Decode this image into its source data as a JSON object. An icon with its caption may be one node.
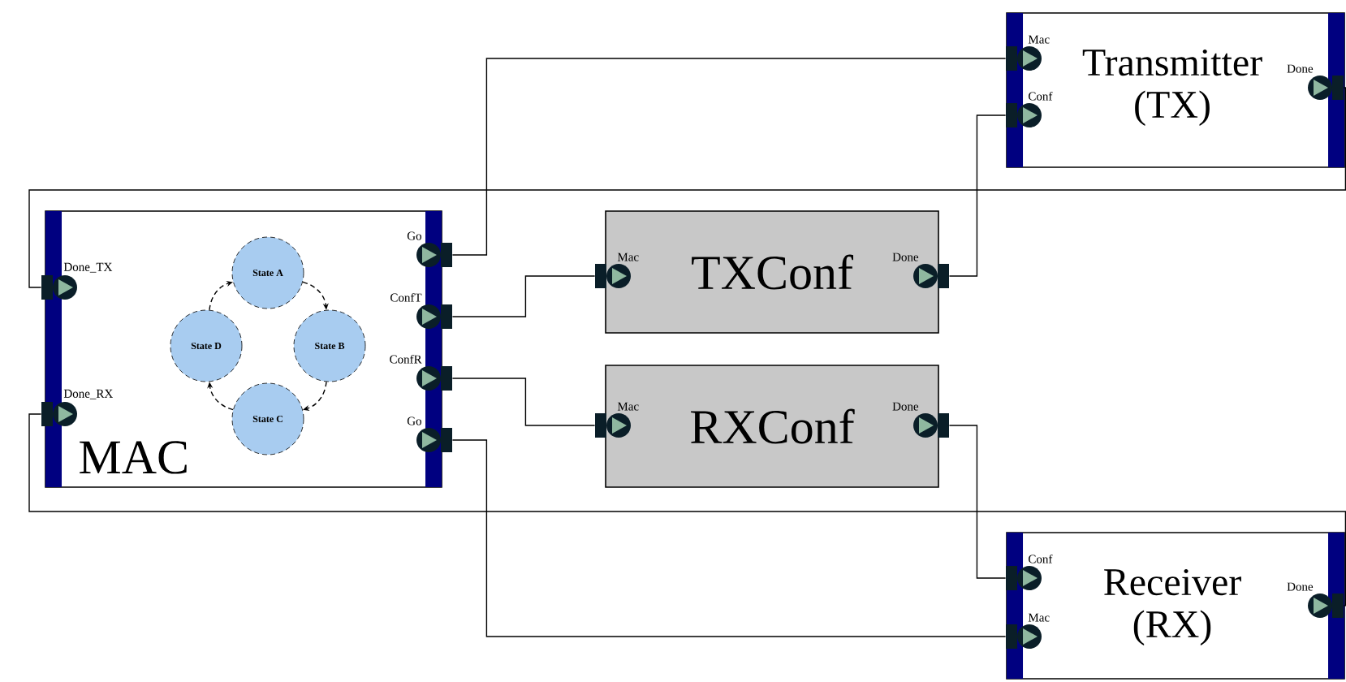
{
  "diagram": {
    "nodes": [
      {
        "text": [
          "MAC"
        ]
      },
      {
        "text": [
          "Done_TX"
        ],
        "in": 0
      },
      {
        "text": [
          "Done_RX"
        ],
        "in": 0
      },
      {
        "text": [
          "Go"
        ],
        "in": 0
      },
      {
        "text": [
          "ConfT"
        ],
        "in": 0
      },
      {
        "text": [
          "ConfR"
        ],
        "in": 0
      },
      {
        "text": [
          "Go"
        ],
        "in": 0
      },
      {
        "text": [
          "State A"
        ],
        "in": 0
      },
      {
        "text": [
          "State B"
        ],
        "in": 0
      },
      {
        "text": [
          "State C"
        ],
        "in": 0
      },
      {
        "text": [
          "State D"
        ],
        "in": 0
      },
      {
        "text": [
          "TXConf"
        ]
      },
      {
        "text": [
          "Mac"
        ],
        "in": 11
      },
      {
        "text": [
          "Done"
        ],
        "in": 11
      },
      {
        "text": [
          "RXConf"
        ]
      },
      {
        "text": [
          "Mac"
        ],
        "in": 14
      },
      {
        "text": [
          "Done"
        ],
        "in": 14
      },
      {
        "text": [
          "Transmitter (TX)"
        ]
      },
      {
        "text": [
          "Mac"
        ],
        "in": 17
      },
      {
        "text": [
          "Conf"
        ],
        "in": 17
      },
      {
        "text": [
          "Done"
        ],
        "in": 17
      },
      {
        "text": [
          "Receiver (RX)"
        ]
      },
      {
        "text": [
          "Conf"
        ],
        "in": 21
      },
      {
        "text": [
          "Mac"
        ],
        "in": 21
      },
      {
        "text": [
          "Done"
        ],
        "in": 21
      }
    ],
    "edges": [
      {
        "from": 3,
        "to": 18,
        "arrow": "none"
      },
      {
        "from": 4,
        "to": 12,
        "arrow": "none"
      },
      {
        "from": 5,
        "to": 15,
        "arrow": "none"
      },
      {
        "from": 6,
        "to": 23,
        "arrow": "none"
      },
      {
        "from": 13,
        "to": 19,
        "arrow": "none"
      },
      {
        "from": 16,
        "to": 22,
        "arrow": "none"
      },
      {
        "from": 20,
        "to": 1,
        "arrow": "none"
      },
      {
        "from": 24,
        "to": 2,
        "arrow": "none"
      },
      {
        "from": 7,
        "to": 8,
        "arrow": "to",
        "style": "dashed"
      },
      {
        "from": 8,
        "to": 9,
        "arrow": "to",
        "style": "dashed"
      },
      {
        "from": 9,
        "to": 10,
        "arrow": "to",
        "style": "dashed"
      },
      {
        "from": 10,
        "to": 7,
        "arrow": "to",
        "style": "dashed"
      }
    ]
  }
}
